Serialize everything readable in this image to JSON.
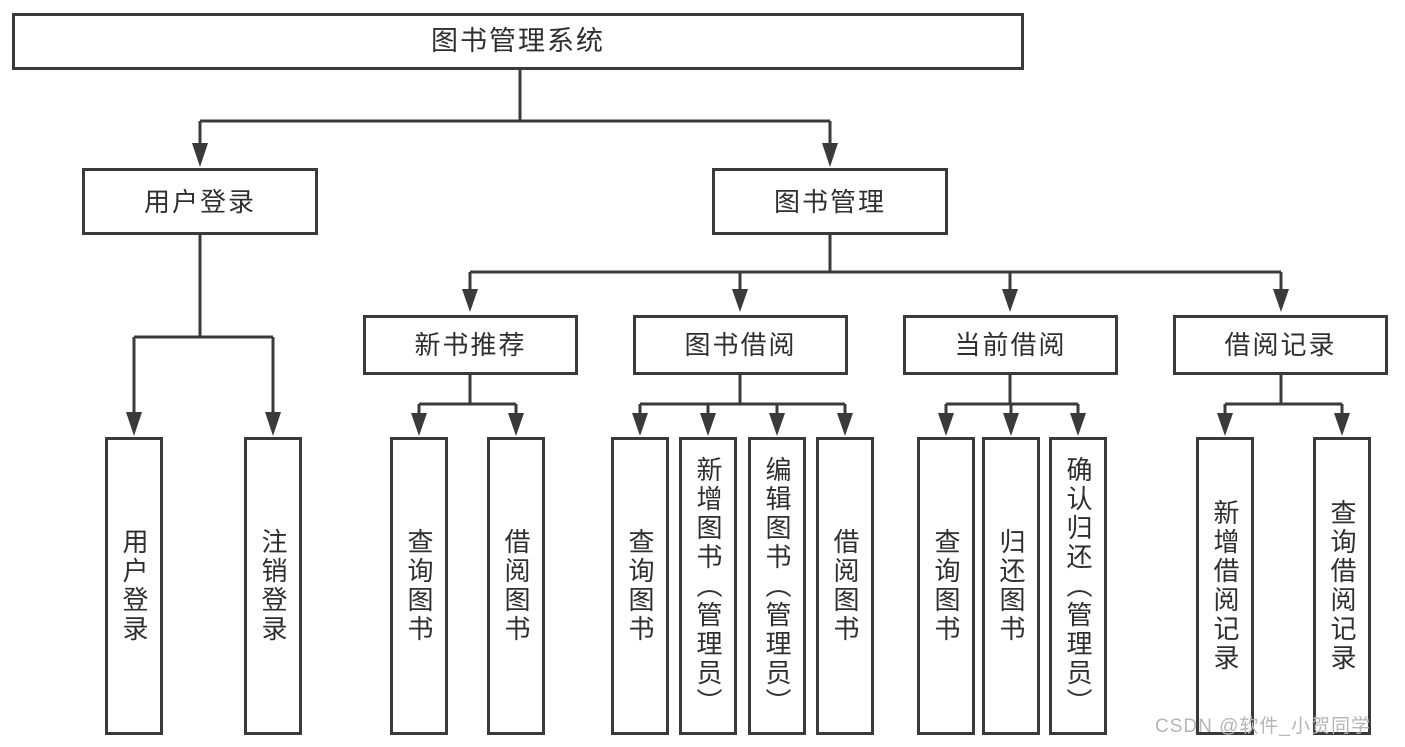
{
  "tree": {
    "root": {
      "label": "图书管理系统"
    },
    "branches": [
      {
        "label": "用户登录",
        "children": [
          {
            "label": "用户登录"
          },
          {
            "label": "注销登录"
          }
        ]
      },
      {
        "label": "图书管理",
        "sections": [
          {
            "label": "新书推荐",
            "children": [
              {
                "label": "查询图书"
              },
              {
                "label": "借阅图书"
              }
            ]
          },
          {
            "label": "图书借阅",
            "children": [
              {
                "label": "查询图书"
              },
              {
                "label": "新增图书（管理员）"
              },
              {
                "label": "编辑图书（管理员）"
              },
              {
                "label": "借阅图书"
              }
            ]
          },
          {
            "label": "当前借阅",
            "children": [
              {
                "label": "查询图书"
              },
              {
                "label": "归还图书"
              },
              {
                "label": "确认归还（管理员）"
              }
            ]
          },
          {
            "label": "借阅记录",
            "children": [
              {
                "label": "新增借阅记录"
              },
              {
                "label": "查询借阅记录"
              }
            ]
          }
        ]
      }
    ]
  },
  "watermark": {
    "text": "CSDN @软件_小贺同学"
  },
  "colors": {
    "line": "#3a3a3a",
    "text": "#2f2f2f",
    "watermark": "#b5b5b5",
    "background": "#ffffff"
  }
}
